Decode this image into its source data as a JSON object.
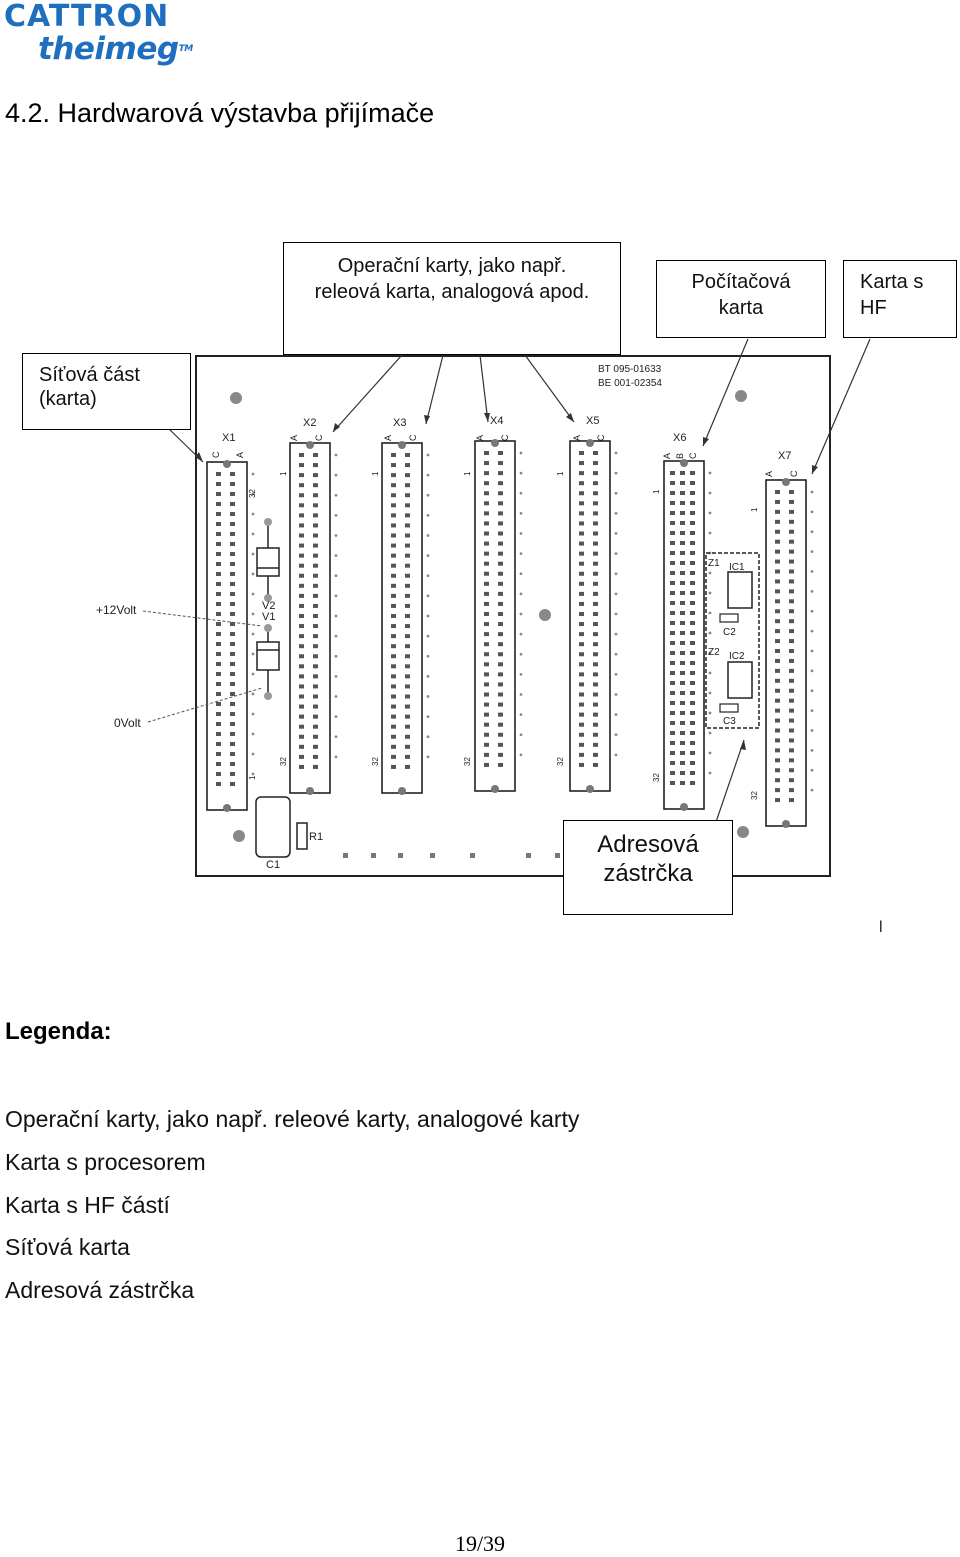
{
  "logo": {
    "line1": "CATTRON",
    "line2": "theimeg",
    "tm": "TM"
  },
  "heading": "4.2. Hardwarová výstavba přijímače",
  "callouts": {
    "operacni": "Operační karty, jako např. releová karta, analogová apod.",
    "pocitacova": "Počítačová karta",
    "karta_hf": "Karta s HF",
    "sitova": "Síťová část (karta)",
    "adresova": "Adresová zástrčka"
  },
  "board": {
    "ids": [
      "BT 095-01633",
      "BE 001-02354"
    ],
    "slots": [
      "X1",
      "X2",
      "X3",
      "X4",
      "X5",
      "X6",
      "X7"
    ],
    "components": [
      "V2",
      "V1",
      "R1",
      "C1",
      "IC1",
      "IC2",
      "C2",
      "C3",
      "Z1",
      "Z2"
    ],
    "voltages": [
      "+12Volt",
      "0Volt"
    ],
    "pin_letters": [
      "A",
      "B",
      "C"
    ],
    "pin_numbers": [
      "1",
      "32"
    ]
  },
  "stray_mark": "l",
  "legend": {
    "title": "Legenda:",
    "items": [
      "Operační karty, jako např. releové karty, analogové karty",
      "Karta s procesorem",
      "Karta s HF částí",
      "Síťová karta",
      "Adresová zástrčka"
    ]
  },
  "page_number": "19/39"
}
